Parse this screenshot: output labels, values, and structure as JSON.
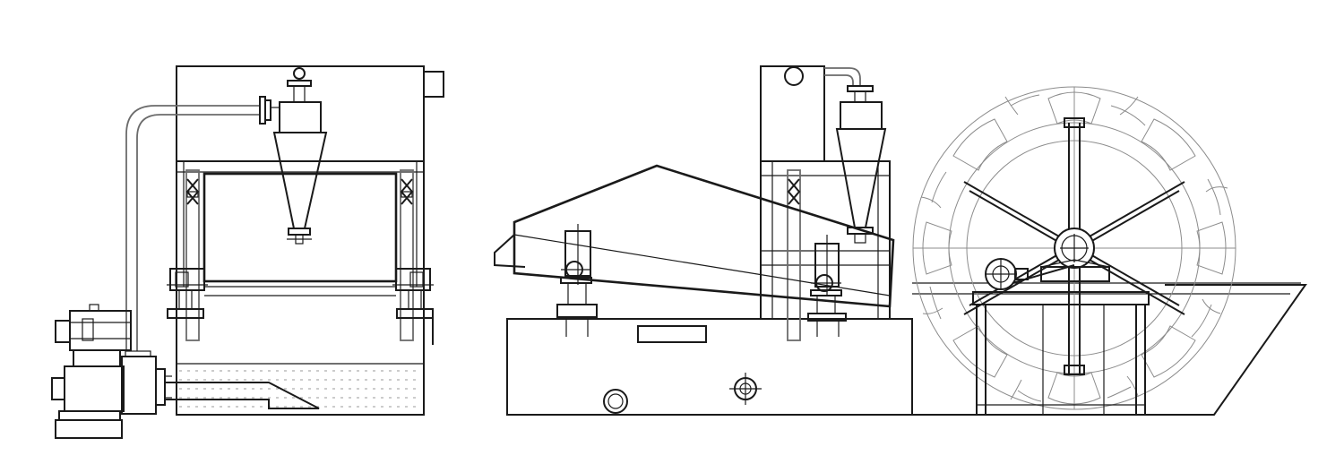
{
  "figure": {
    "kind": "engineering line drawing",
    "views": [
      "side-view",
      "front-view",
      "bucket-wheel"
    ],
    "colors": {
      "ink": "#1a1a1a",
      "pipe": "#6b6b6b",
      "background": "#ffffff"
    }
  },
  "wheel": {
    "buckets": 8,
    "spokes": 6
  }
}
